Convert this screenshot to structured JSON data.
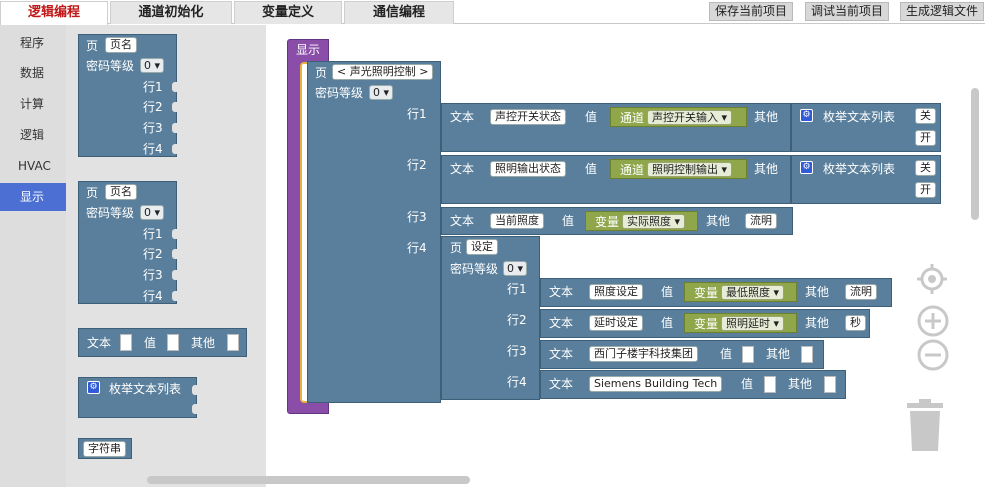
{
  "tabs": [
    "逻辑编程",
    "通道初始化",
    "变量定义",
    "通信编程"
  ],
  "toolbar": {
    "save": "保存当前项目",
    "debug": "调试当前项目",
    "generate": "生成逻辑文件"
  },
  "categories": [
    "程序",
    "数据",
    "计算",
    "逻辑",
    "HVAC",
    "显示"
  ],
  "flyout": {
    "page_label": "页",
    "page_name": "页名",
    "pwd_label": "密码等级",
    "pwd_value": "0",
    "rows": [
      "行1",
      "行2",
      "行3",
      "行4"
    ],
    "text_label": "文本",
    "value_label": "值",
    "else_label": "其他",
    "enum_label": "枚举文本列表",
    "string_label": "字符串"
  },
  "workspace": {
    "display_label": "显示",
    "page_label": "页",
    "page_name": "< 声光照明控制 >",
    "pwd_label": "密码等级",
    "pwd_value": "0",
    "row1": {
      "label": "行1",
      "text": "文本",
      "text_value": "声控开关状态",
      "value": "值",
      "channel": "通道",
      "channel_value": "声控开关输入",
      "else": "其他",
      "enum": "枚举文本列表",
      "enum1": "关",
      "enum2": "开"
    },
    "row2": {
      "label": "行2",
      "text": "文本",
      "text_value": "照明输出状态",
      "value": "值",
      "channel": "通道",
      "channel_value": "照明控制输出",
      "else": "其他",
      "enum": "枚举文本列表",
      "enum1": "关",
      "enum2": "开"
    },
    "row3": {
      "label": "行3",
      "text": "文本",
      "text_value": "当前照度",
      "value": "值",
      "var": "变量",
      "var_value": "实际照度",
      "else": "其他",
      "unit": "流明"
    },
    "row4": {
      "label": "行4",
      "page_label": "页",
      "page_name": "设定",
      "pwd_label": "密码等级",
      "pwd_value": "0",
      "sub1": {
        "label": "行1",
        "text": "文本",
        "text_value": "照度设定",
        "value": "值",
        "var": "变量",
        "var_value": "最低照度",
        "else": "其他",
        "unit": "流明"
      },
      "sub2": {
        "label": "行2",
        "text": "文本",
        "text_value": "延时设定",
        "value": "值",
        "var": "变量",
        "var_value": "照明延时",
        "else": "其他",
        "unit": "秒"
      },
      "sub3": {
        "label": "行3",
        "text": "文本",
        "text_value": "西门子楼宇科技集团",
        "value": "值",
        "else": "其他"
      },
      "sub4": {
        "label": "行4",
        "text": "文本",
        "text_value": "Siemens Building Tech",
        "value": "值",
        "else": "其他"
      }
    }
  },
  "colors": {
    "block": "#5a7f9c",
    "display_block": "#8a4ea8",
    "value_block": "#8fa64a",
    "active_tab_text": "#c01818",
    "active_category": "#4b6fd3"
  },
  "icons": [
    "gear-icon",
    "locate-icon",
    "zoom-in-icon",
    "zoom-out-icon",
    "trash-icon"
  ]
}
